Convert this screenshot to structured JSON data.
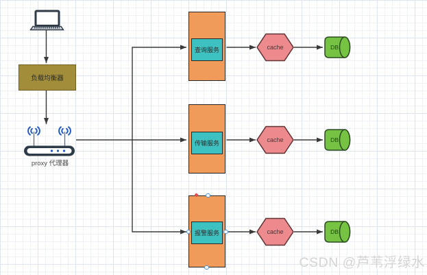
{
  "diagram": {
    "nodes": {
      "client": {
        "icon": "laptop-icon"
      },
      "load_balancer": {
        "label": "负载均衡器",
        "fill": "#a28e3a",
        "stroke": "#6f5f21"
      },
      "proxy": {
        "label": "proxy 代理器",
        "icon": "wireless-router-icon"
      },
      "services": [
        {
          "label": "查询服务"
        },
        {
          "label": "传输服务"
        },
        {
          "label": "报警服务"
        }
      ],
      "caches": [
        {
          "label": "cache"
        },
        {
          "label": "cache"
        },
        {
          "label": "cache"
        }
      ],
      "databases": [
        {
          "label": "DB"
        },
        {
          "label": "DB"
        },
        {
          "label": "DB"
        }
      ]
    },
    "colors": {
      "service_outer_fill": "#f09b59",
      "service_inner_fill": "#3ec2c1",
      "node_stroke": "#262626",
      "cache_fill": "#ed8a8d",
      "cache_stroke": "#5f3333",
      "db_fill": "#76c344",
      "db_stroke": "#2d4a22",
      "connector": "#3a3a3a",
      "wifi_blue": "#1b55c4",
      "router_body": "#2d3b49",
      "selection_handle": "#4a90d9",
      "fixed_point_red": "#e24c4c"
    }
  },
  "watermark": {
    "text": "CSDN @芦苇浮绿水"
  }
}
